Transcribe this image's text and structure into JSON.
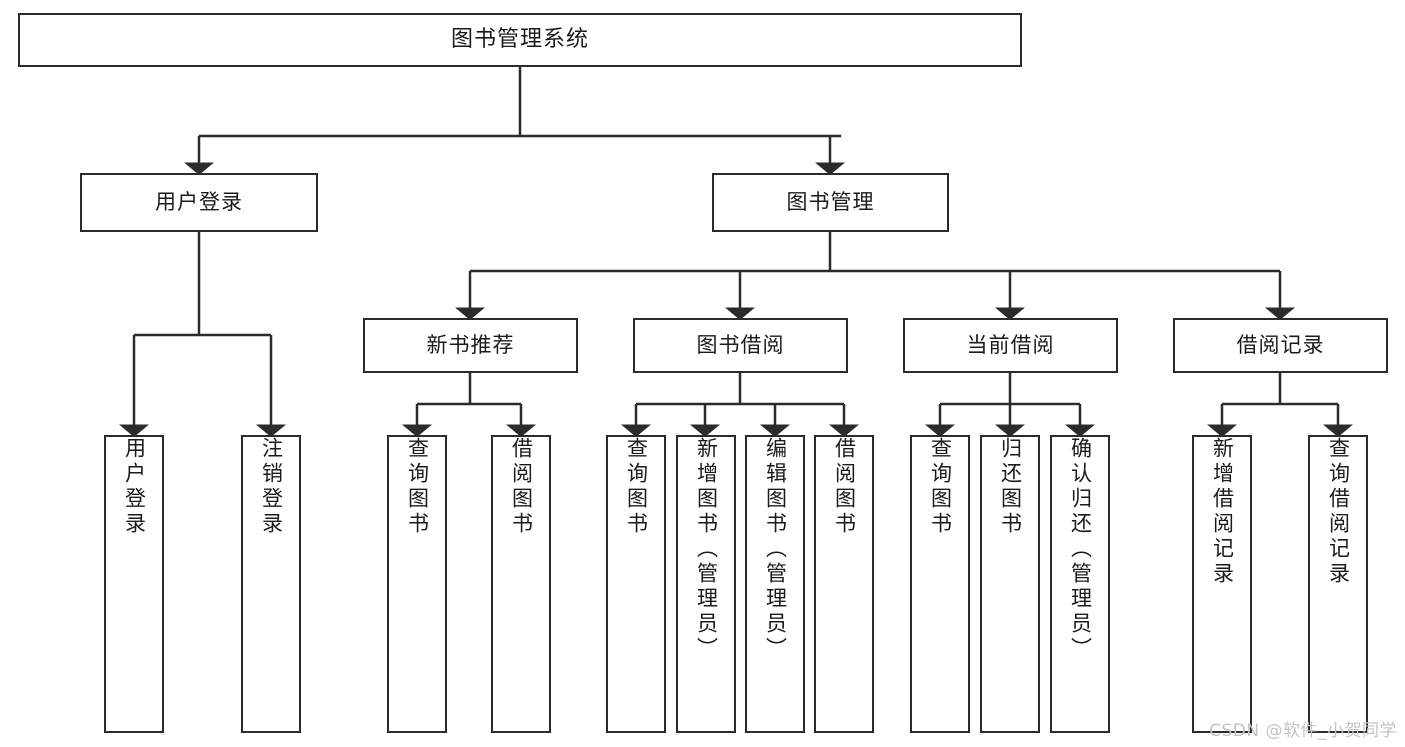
{
  "diagram": {
    "title": "图书管理系统",
    "type": "tree-hierarchy-diagram",
    "root": {
      "label": "图书管理系统"
    },
    "level2": [
      {
        "label": "用户登录"
      },
      {
        "label": "图书管理"
      }
    ],
    "level3": [
      {
        "label": "新书推荐"
      },
      {
        "label": "图书借阅"
      },
      {
        "label": "当前借阅"
      },
      {
        "label": "借阅记录"
      }
    ],
    "leaves": {
      "user_login": [
        {
          "label": "用户登录"
        },
        {
          "label": "注销登录"
        }
      ],
      "new_book_recommend": [
        {
          "label": "查询图书"
        },
        {
          "label": "借阅图书"
        }
      ],
      "book_borrow": [
        {
          "label": "查询图书"
        },
        {
          "label": "新增图书（管理员）"
        },
        {
          "label": "编辑图书（管理员）"
        },
        {
          "label": "借阅图书"
        }
      ],
      "current_borrow": [
        {
          "label": "查询图书"
        },
        {
          "label": "归还图书"
        },
        {
          "label": "确认归还（管理员）"
        }
      ],
      "borrow_record": [
        {
          "label": "新增借阅记录"
        },
        {
          "label": "查询借阅记录"
        }
      ]
    }
  },
  "watermark": {
    "text": "CSDN @软件_小贺同学"
  },
  "colors": {
    "line": "#2b2b2b",
    "box_fill": "#ffffff",
    "text": "#1b1b1b",
    "watermark": "#c3c3c3"
  }
}
